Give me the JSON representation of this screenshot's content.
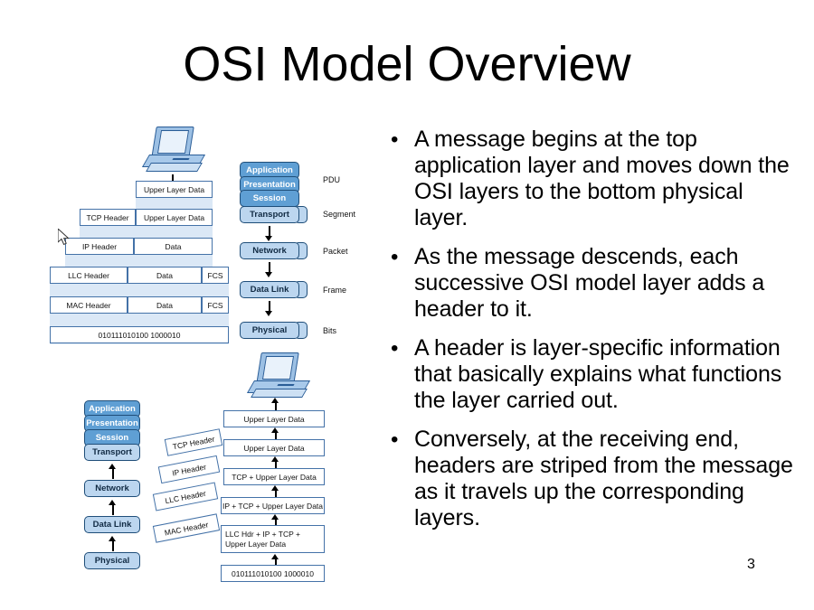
{
  "slide": {
    "title": "OSI Model Overview",
    "page_number": "3"
  },
  "bullets": [
    {
      "marker": "•",
      "text": "A message begins at the top application layer and moves down the OSI layers to the bottom physical layer."
    },
    {
      "marker": "•",
      "text": "As the message descends, each successive OSI model layer adds a header to it."
    },
    {
      "marker": "•",
      "text": "A header is layer-specific information that basically explains what functions the layer carried out."
    },
    {
      "marker": "•",
      "text": "Conversely, at the receiving end, headers are striped from the message as it travels up the corresponding layers."
    }
  ],
  "colors": {
    "layer_dark": "#5f9fd4",
    "layer_light": "#bcd6ef",
    "layer_border": "#1f4e79",
    "cell_border": "#4472a8",
    "shade": "#dbe8f6",
    "text": "#000000"
  },
  "encapsulation": {
    "caption_icon": "computer-icon",
    "layers": [
      {
        "name": "Application",
        "style": "dark"
      },
      {
        "name": "Presentation",
        "style": "dark"
      },
      {
        "name": "Session",
        "style": "dark"
      },
      {
        "name": "Transport",
        "style": "light"
      },
      {
        "name": "Network",
        "style": "light"
      },
      {
        "name": "Data Link",
        "style": "light"
      },
      {
        "name": "Physical",
        "style": "light"
      }
    ],
    "pdu_labels": [
      "PDU",
      "Segment",
      "Packet",
      "Frame",
      "Bits"
    ],
    "rows": [
      {
        "cells": [
          "Upper Layer Data"
        ]
      },
      {
        "cells": [
          "TCP Header",
          "Upper Layer Data"
        ]
      },
      {
        "cells": [
          "IP Header",
          "Data"
        ]
      },
      {
        "cells": [
          "LLC Header",
          "Data",
          "FCS"
        ]
      },
      {
        "cells": [
          "MAC Header",
          "Data",
          "FCS"
        ]
      },
      {
        "cells": [
          "010111010100 1000010"
        ]
      }
    ],
    "bitstream": "010111010100 1000010"
  },
  "decapsulation": {
    "caption_icon": "computer-icon",
    "layers": [
      {
        "name": "Application",
        "style": "dark"
      },
      {
        "name": "Presentation",
        "style": "dark"
      },
      {
        "name": "Session",
        "style": "dark"
      },
      {
        "name": "Transport",
        "style": "light"
      },
      {
        "name": "Network",
        "style": "light"
      },
      {
        "name": "Data Link",
        "style": "light"
      },
      {
        "name": "Physical",
        "style": "light"
      }
    ],
    "stripped_headers": [
      "TCP Header",
      "IP Header",
      "LLC Header",
      "MAC Header"
    ],
    "data_boxes": [
      "Upper Layer Data",
      "Upper Layer Data",
      "TCP + Upper Layer Data",
      "IP + TCP + Upper Layer Data",
      "LLC Hdr + IP + TCP + Upper Layer Data",
      "010111010100 1000010"
    ]
  }
}
